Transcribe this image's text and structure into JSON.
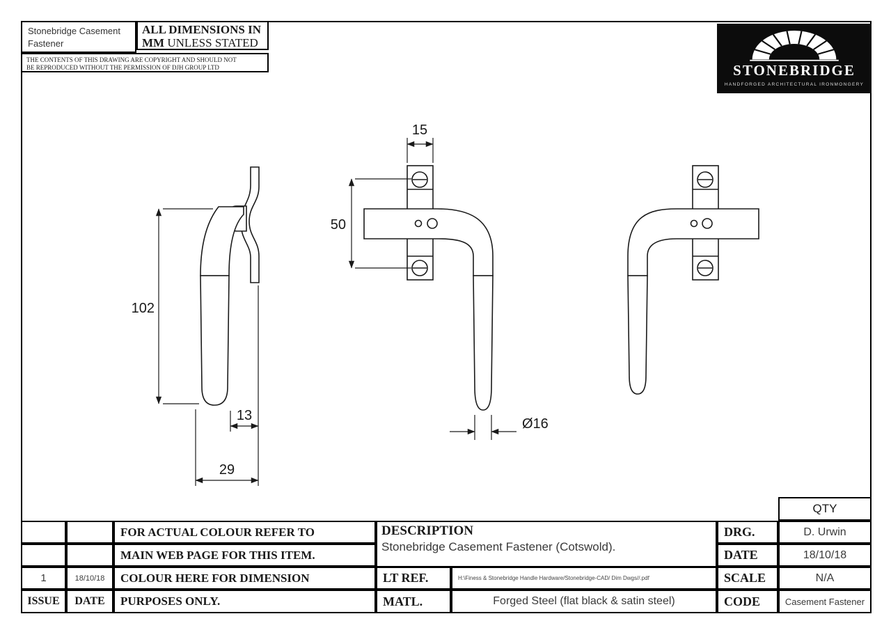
{
  "header": {
    "title_line1": "Stonebridge Casement",
    "title_line2": "Fastener",
    "dim_note_line1": "ALL DIMENSIONS IN",
    "dim_note_bold": "MM",
    "dim_note_rest": " UNLESS STATED",
    "copyright_line1": "THE CONTENTS OF THIS DRAWING ARE COPYRIGHT AND  SHOULD  NOT",
    "copyright_line2": "BE REPRODUCED WITHOUT THE PERMISSION OF DJH GROUP LTD"
  },
  "logo": {
    "name": "STONEBRIDGE",
    "tagline": "HANDFORGED ARCHITECTURAL IRONMONGERY"
  },
  "drawing": {
    "dimensions": {
      "plate_width": "15",
      "screw_centres": "50",
      "handle_length": "102",
      "projection": "13",
      "depth": "29",
      "grip_diameter": "Ø16"
    }
  },
  "title_block": {
    "qty_label": "QTY",
    "colour_note": [
      "FOR ACTUAL COLOUR REFER TO",
      "MAIN WEB PAGE FOR THIS ITEM.",
      "COLOUR HERE FOR DIMENSION",
      "PURPOSES ONLY."
    ],
    "description_label": "DESCRIPTION",
    "description_value": "Stonebridge Casement Fastener (Cotswold).",
    "lt_ref_label": "LT REF.",
    "lt_ref_value": "H:\\Finess & Stonebridge Handle Hardware/Stonebridge-CAD/ Dim Dwgs//.pdf",
    "matl_label": "MATL.",
    "matl_value": "Forged Steel (flat black & satin steel)",
    "drg_label": "DRG.",
    "drg_value": "D. Urwin",
    "date_label": "DATE",
    "date_value": "18/10/18",
    "scale_label": "SCALE",
    "scale_value": "N/A",
    "code_label": "CODE",
    "code_value": "Casement Fastener",
    "issue_label": "ISSUE",
    "issue_date_label": "DATE",
    "issue_value": "1",
    "issue_date_value": "18/10/18"
  }
}
